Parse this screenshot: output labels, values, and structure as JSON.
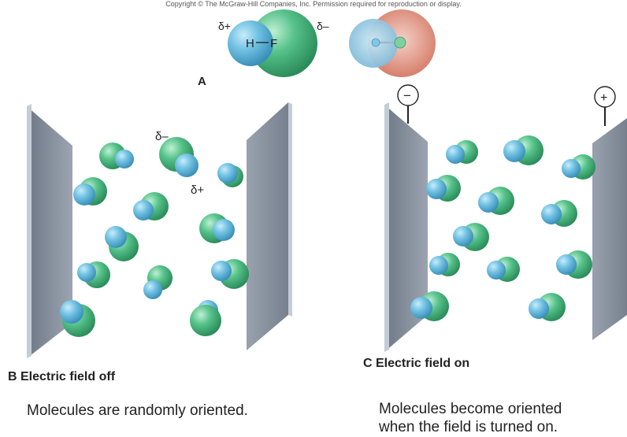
{
  "copyright": "Copyright © The McGraw-Hill Companies, Inc. Permission required for reproduction or display.",
  "panelA": {
    "letter": "A",
    "atom_h": "H",
    "atom_f": "F",
    "delta_plus": "δ+",
    "delta_minus": "δ–"
  },
  "panelB": {
    "caption": "B  Electric field off",
    "delta_plus": "δ+",
    "delta_minus": "δ–",
    "description": "Molecules are randomly oriented."
  },
  "panelC": {
    "caption": "C  Electric field on",
    "negative_terminal": "−",
    "positive_terminal": "+",
    "description_line1": "Molecules become oriented",
    "description_line2": "when the field is turned on."
  },
  "colors": {
    "hydrogen": "#6cbfe0",
    "fluorine": "#4fbf86",
    "plate_face": "#8c95a3",
    "plate_edge": "#b7c1cc"
  }
}
